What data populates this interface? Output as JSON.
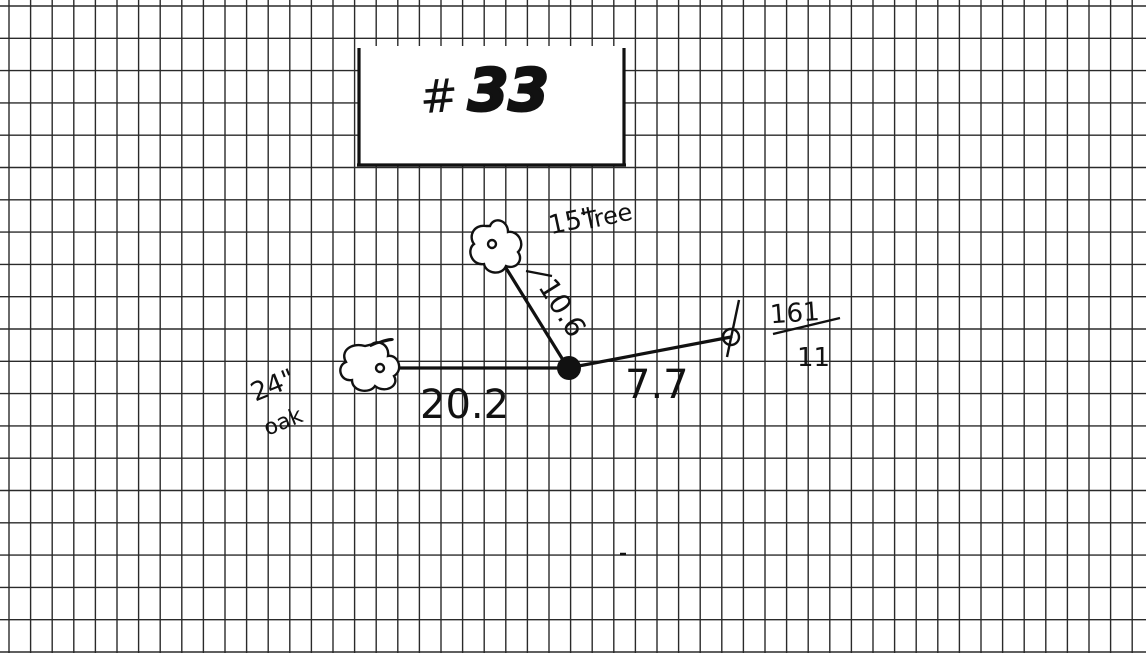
{
  "title_box": {
    "hash": "#",
    "number": "33"
  },
  "trees": {
    "oak": {
      "size": "24\"",
      "species": "oak"
    },
    "tree": {
      "size": "15\"",
      "species": "Tree"
    }
  },
  "benchmark": {
    "numerator": "161",
    "denominator": "11"
  },
  "distances": {
    "to_oak": "20.2",
    "to_tree": "10.6",
    "to_benchmark": "7.7"
  },
  "colors": {
    "paper": "#ffffff",
    "grid": "#2a2a2a",
    "ink": "#111111"
  }
}
